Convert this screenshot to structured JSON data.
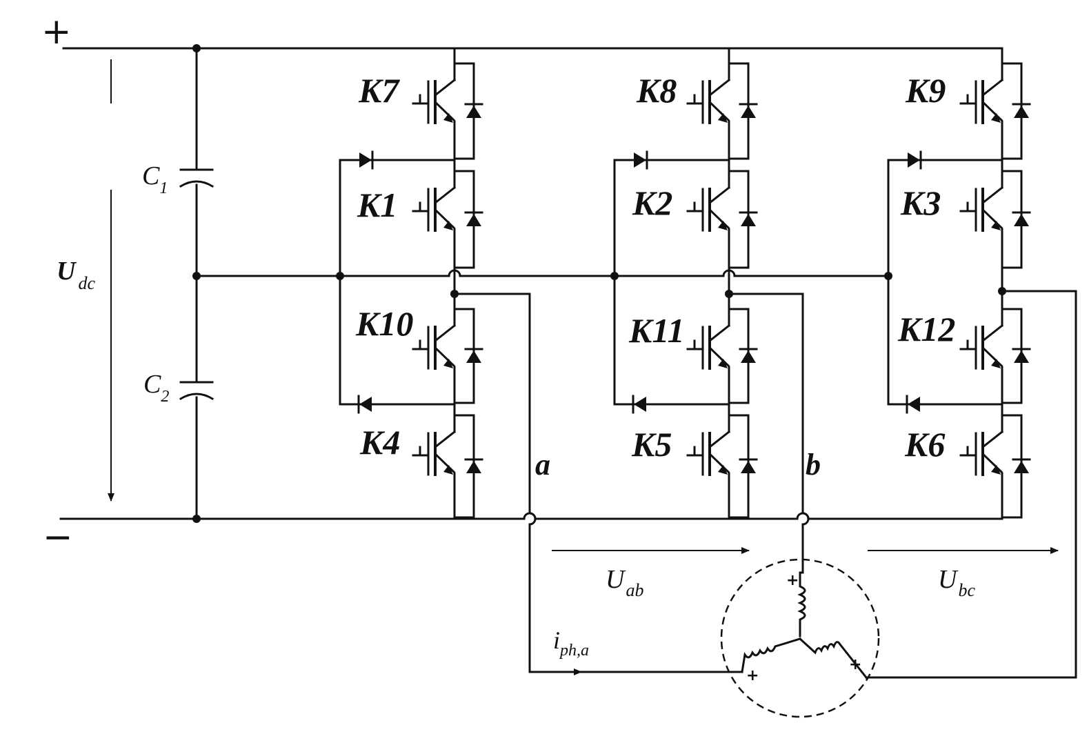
{
  "terminals": {
    "plus": "+",
    "minus": "−"
  },
  "dc_voltage": {
    "main": "U",
    "sub": "dc"
  },
  "capacitors": [
    {
      "main": "C",
      "sub": "1"
    },
    {
      "main": "C",
      "sub": "2"
    }
  ],
  "switches": {
    "row1": [
      "K7",
      "K8",
      "K9"
    ],
    "row2": [
      "K1",
      "K2",
      "K3"
    ],
    "row3": [
      "K10",
      "K11",
      "K12"
    ],
    "row4": [
      "K4",
      "K5",
      "K6"
    ]
  },
  "phases": [
    "a",
    "b"
  ],
  "line_voltages": [
    {
      "main": "U",
      "sub": "ab"
    },
    {
      "main": "U",
      "sub": "bc"
    }
  ],
  "phase_current": {
    "main": "i",
    "sub": "ph,a"
  },
  "winding_polarity": "+"
}
